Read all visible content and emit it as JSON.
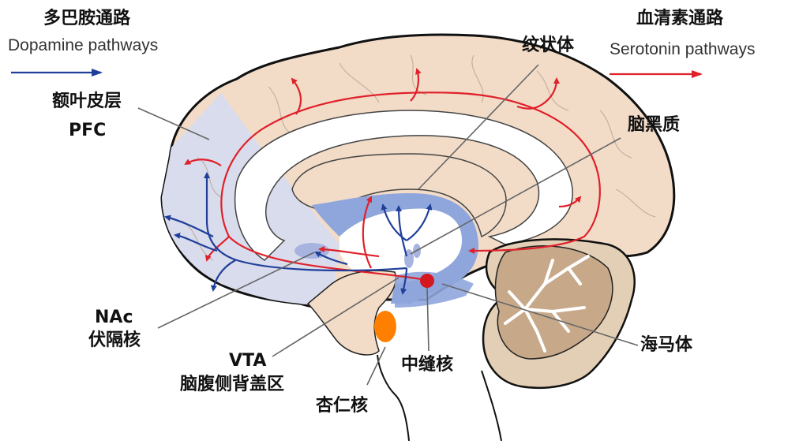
{
  "legend": {
    "dopamine": {
      "title": "多巴胺通路",
      "label": "Dopamine pathways",
      "color": "#1f3f9a",
      "bg": "#cfdaf0"
    },
    "serotonin": {
      "title": "血清素通路",
      "label": "Serotonin pathways",
      "color": "#e0202a",
      "bg": "#f9d3d8"
    }
  },
  "labels": {
    "pfc_cn": "额叶皮层",
    "pfc_en": "PFC",
    "striatum": "纹状体",
    "substantia_nigra": "脑黑质",
    "nac_en": "NAc",
    "nac_cn": "伏隔核",
    "vta_en": "VTA",
    "vta_cn": "脑腹侧背盖区",
    "amygdala": "杏仁核",
    "raphe": "中缝核",
    "hippocampus": "海马体"
  },
  "colors": {
    "cortex": "#f2dcc8",
    "frontal": "#d9dcec",
    "striatum_blue": "#8fa6dc",
    "cerebellum": "#c7a98a",
    "amygdala_orange": "#ff8000",
    "raphe_red": "#d41820",
    "outline": "#111111",
    "leader": "#666666"
  }
}
